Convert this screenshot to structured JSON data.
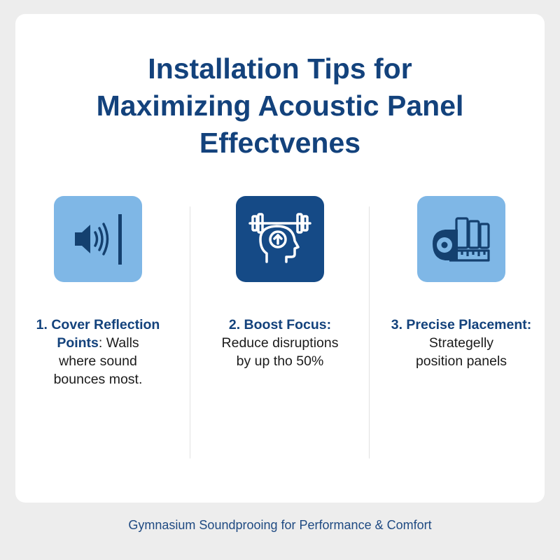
{
  "header": {
    "title_line1": "Installation Tips for",
    "title_line2": "Maximizing Acoustic Panel",
    "title_line3": "Effectvenes"
  },
  "tips": [
    {
      "icon": "speaker-sound-wall-icon",
      "heading_part1": "1. Cover Reflection",
      "heading_part2": "Points",
      "body_part1": ": Walls",
      "body_line2": "where sound",
      "body_line3": "bounces most."
    },
    {
      "icon": "head-dumbbell-focus-icon",
      "heading": "2. Boost Focus:",
      "body_line1": "Reduce disruptions",
      "body_line2": "by up tho 50%"
    },
    {
      "icon": "tape-measure-panels-icon",
      "heading": "3. Precise Placement:",
      "body_line1": "Strategelly",
      "body_line2": "position panels"
    }
  ],
  "footer": {
    "text": "Gymnasium Soundprooing for Performance & Comfort"
  },
  "colors": {
    "title": "#13427c",
    "light_icon_bg": "#7fb7e6",
    "dark_icon_bg": "#154a86",
    "icon_stroke_dark": "#14406f"
  }
}
